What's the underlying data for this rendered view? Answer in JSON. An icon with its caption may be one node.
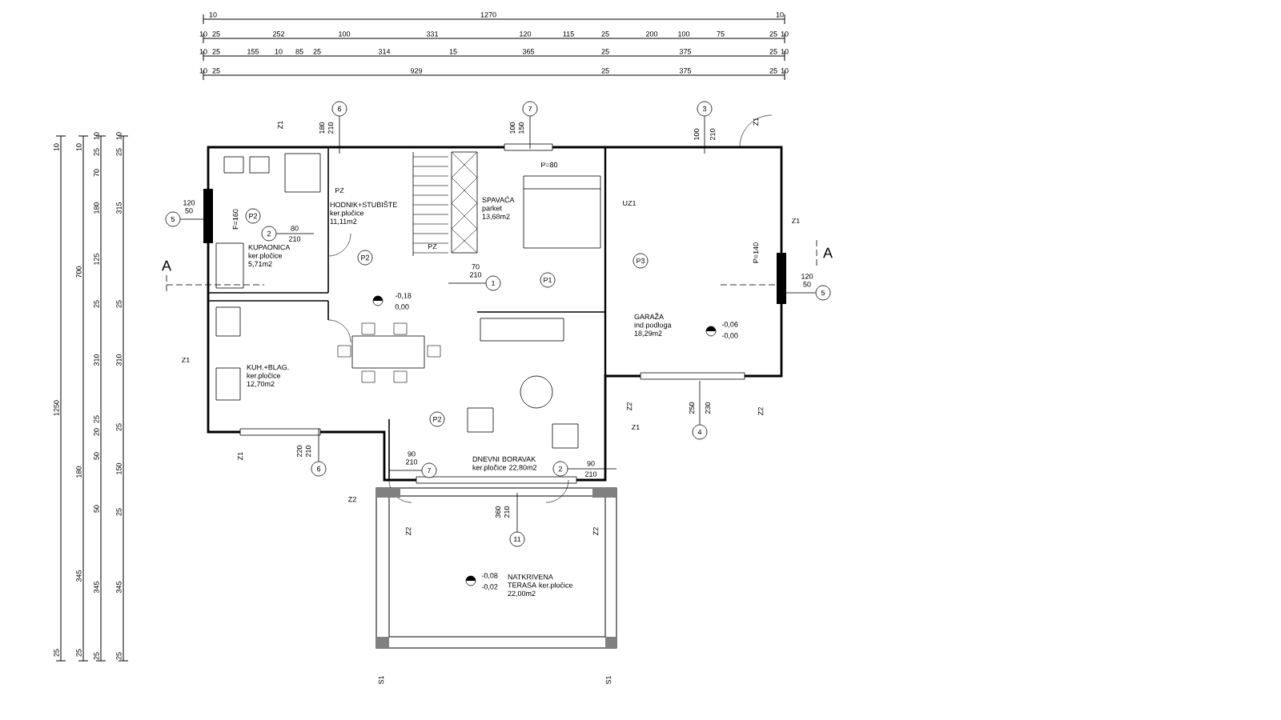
{
  "diagram": {
    "nodes": [
      {
        "text": [
          "6"
        ]
      },
      {
        "text": [
          "7"
        ]
      },
      {
        "text": [
          "3"
        ]
      },
      {
        "text": [
          "5"
        ]
      },
      {
        "text": [
          "5"
        ]
      },
      {
        "text": [
          "2"
        ]
      },
      {
        "text": [
          "1"
        ]
      },
      {
        "text": [
          "6"
        ]
      },
      {
        "text": [
          "7"
        ]
      },
      {
        "text": [
          "2"
        ]
      },
      {
        "text": [
          "4"
        ]
      },
      {
        "text": [
          "11"
        ]
      },
      {
        "text": [
          "P2"
        ]
      },
      {
        "text": [
          "P2"
        ]
      },
      {
        "text": [
          "P3"
        ]
      },
      {
        "text": [
          "P1"
        ]
      },
      {
        "text": [
          "P2"
        ]
      }
    ],
    "edges": [
      {
        "from": 0,
        "to": null,
        "arrow": "none"
      },
      {
        "from": 1,
        "to": null,
        "arrow": "none"
      },
      {
        "from": 2,
        "to": null,
        "arrow": "none"
      },
      {
        "from": 3,
        "to": null,
        "arrow": "none"
      },
      {
        "from": 4,
        "to": null,
        "arrow": "none"
      },
      {
        "from": 5,
        "to": null,
        "arrow": "none"
      },
      {
        "from": 6,
        "to": null,
        "arrow": "none"
      },
      {
        "from": 7,
        "to": null,
        "arrow": "none"
      },
      {
        "from": 8,
        "to": null,
        "arrow": "none"
      },
      {
        "from": 9,
        "to": null,
        "arrow": "none"
      },
      {
        "from": 10,
        "to": null,
        "arrow": "none"
      },
      {
        "from": 11,
        "to": null,
        "arrow": "none"
      }
    ],
    "labels": [
      "10",
      "1270",
      "10",
      "10",
      "25",
      "252",
      "100",
      "331",
      "120",
      "115",
      "25",
      "200",
      "100",
      "75",
      "25",
      "10",
      "10",
      "25",
      "155",
      "10",
      "85",
      "25",
      "314",
      "15",
      "365",
      "25",
      "375",
      "25",
      "10",
      "10",
      "25",
      "929",
      "25",
      "375",
      "25",
      "10",
      "10",
      "1250",
      "25",
      "10",
      "700",
      "180",
      "345",
      "25",
      "10",
      "25",
      "70",
      "180",
      "125",
      "25",
      "310",
      "25",
      "20",
      "50",
      "50",
      "345",
      "25",
      "10",
      "25",
      "315",
      "25",
      "310",
      "25",
      "150",
      "25",
      "345",
      "25",
      "KUPAONICA ker.pločice 5,71m2",
      "HODNIK+STUBIŠTE ker.pločice 11,11m2",
      "KUH.+BLAG. ker.pločice 12,70m2",
      "SPAVAĆA parket 13,68m2",
      "GARAŽA ind.podloga 18,29m2",
      "DNEVNI BORAVAK ker.pločice 22,80m2",
      "NATKRIVENA TERASA ker.pločice 22,00m2",
      "180",
      "210",
      "100",
      "150",
      "100",
      "210",
      "120",
      "50",
      "120",
      "50",
      "80",
      "210",
      "70",
      "210",
      "220",
      "210",
      "90",
      "210",
      "90",
      "210",
      "250",
      "230",
      "360",
      "210",
      "Z1",
      "Z1",
      "Z1",
      "PZ",
      "PZ",
      "P=80",
      "UZ1",
      "Z1",
      "P=140",
      "Z1",
      "Z1",
      "Z2",
      "Z2",
      "Z2",
      "Z2",
      "Z2",
      "S1",
      "S1",
      "F=160",
      "-0,18",
      "0,00",
      "-0,06",
      "-0,00",
      "-0,08",
      "-0,02",
      "A",
      "A"
    ]
  }
}
